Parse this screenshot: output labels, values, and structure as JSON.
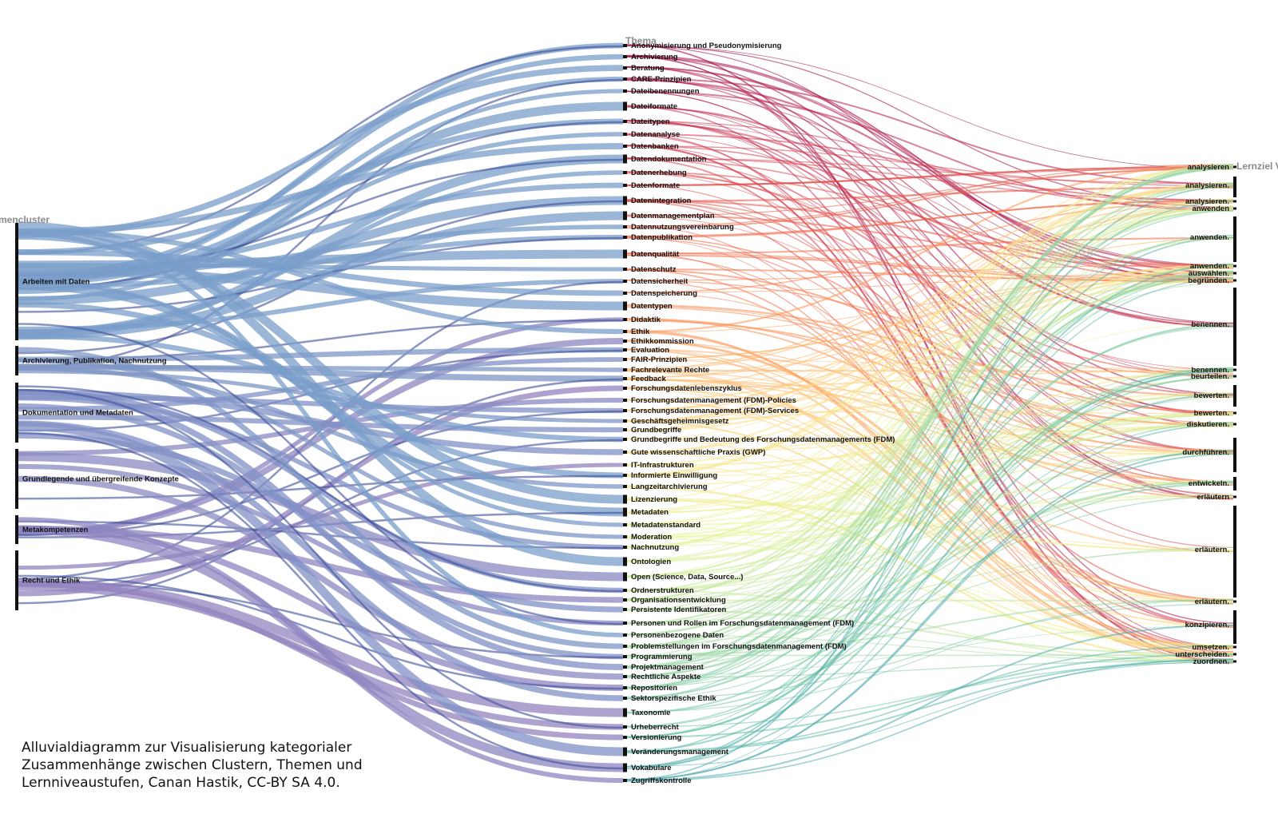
{
  "headers": {
    "clusters": "Themencluster",
    "themes": "Thema",
    "goals": "Lernziel Verb"
  },
  "clusters": [
    "Arbeiten mit Daten",
    "Archivierung, Publikation, Nachnutzung",
    "Dokumentation und Metadaten",
    "Grundlegende und übergreifende Konzepte",
    "Metakompetenzen",
    "Recht und Ethik"
  ],
  "themes": [
    "Anonymisierung und Pseudonymisierung",
    "Archivierung",
    "Beratung",
    "CARE-Prinzipien",
    "Dateibenennungen",
    "Dateiformate",
    "Dateitypen",
    "Datenanalyse",
    "Datenbanken",
    "Datendokumentation",
    "Datenerhebung",
    "Datenformate",
    "Datenintegration",
    "Datenmanagementplan",
    "Datennutzungsvereinbarung",
    "Datenpublikation",
    "Datenqualität",
    "Datenschutz",
    "Datensicherheit",
    "Datenspeicherung",
    "Datentypen",
    "Didaktik",
    "Ethik",
    "Ethikkommission",
    "Evaluation",
    "FAIR-Prinzipien",
    "Fachrelevante Rechte",
    "Feedback",
    "Forschungsdatenlebenszyklus",
    "Forschungsdatenmanagement (FDM)-Policies",
    "Forschungsdatenmanagement (FDM)-Services",
    "Geschäftsgeheimnisgesetz",
    "Grundbegriffe",
    "Grundbegriffe und Bedeutung des Forschungsdatenmanagements (FDM)",
    "Gute wissenschaftliche Praxis (GWP)",
    "IT-Infrastrukturen",
    "Informierte Einwilligung",
    "Langzeitarchivierung",
    "Lizenzierung",
    "Metadaten",
    "Metadatenstandard",
    "Moderation",
    "Nachnutzung",
    "Ontologien",
    "Open (Science, Data, Source...)",
    "Ordnerstrukturen",
    "Organisationsentwicklung",
    "Persistente Identifikatoren",
    "Personen und Rollen im Forschungsdatenmanagement (FDM)",
    "Personenbezogene Daten",
    "Problemstellungen im Forschungsdatenmanagement (FDM)",
    "Programmierung",
    "Projektmanagement",
    "Rechtliche Aspekte",
    "Repositorien",
    "Sektorspezifische Ethik",
    "Taxonomie",
    "Urheberrecht",
    "Versionierung",
    "Veränderungsmanagement",
    "Vokabulare",
    "Zugriffskontrolle"
  ],
  "goals": [
    "analysieren",
    "analysieren.",
    "analysieren.",
    "anwenden",
    "anwenden.",
    "anwenden.",
    "auswählen.",
    "begründen.",
    "benennen.",
    "benennen.",
    "beurteilen.",
    "bewerten.",
    "bewerten.",
    "diskutieren.",
    "durchführen.",
    "entwickeln.",
    "erläutern",
    "erläutern.",
    "erläutern.",
    "konzipieren.",
    "umsetzen.",
    "unterscheiden.",
    "zuordnen."
  ],
  "caption": [
    "Alluvialdiagramm zur Visualisierung kategorialer",
    "Zusammenhänge zwischen Clustern, Themen und",
    "Lernniveaustufen, Canan Hastik, CC-BY SA 4.0."
  ]
}
